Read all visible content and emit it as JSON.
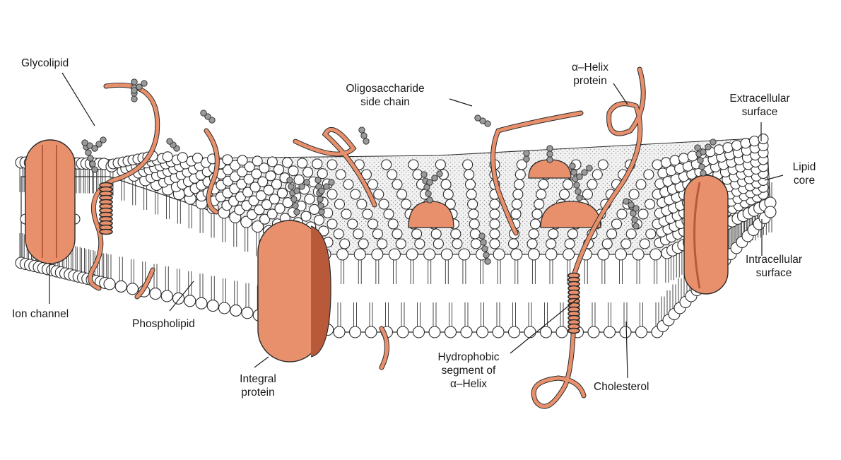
{
  "labels": {
    "glycolipid": [
      "Glycolipid"
    ],
    "oligosaccharide": [
      "Oligosaccharide",
      "side chain"
    ],
    "alpha_helix_protein": [
      "α–Helix",
      "protein"
    ],
    "extracellular": [
      "Extracellular",
      "surface"
    ],
    "lipid_core": [
      "Lipid",
      "core"
    ],
    "intracellular": [
      "Intracellular",
      "surface"
    ],
    "ion_channel": [
      "Ion channel"
    ],
    "phospholipid": [
      "Phospholipid"
    ],
    "integral_protein": [
      "Integral",
      "protein"
    ],
    "hydrophobic_segment": [
      "Hydrophobic",
      "segment of",
      "α–Helix"
    ],
    "cholesterol": [
      "Cholesterol"
    ]
  },
  "colors": {
    "protein": "#e8906c",
    "protein_dark": "#b85a3a",
    "sugar": "#9a9a9a",
    "outline": "#2a2a2a",
    "head": "#ffffff"
  }
}
